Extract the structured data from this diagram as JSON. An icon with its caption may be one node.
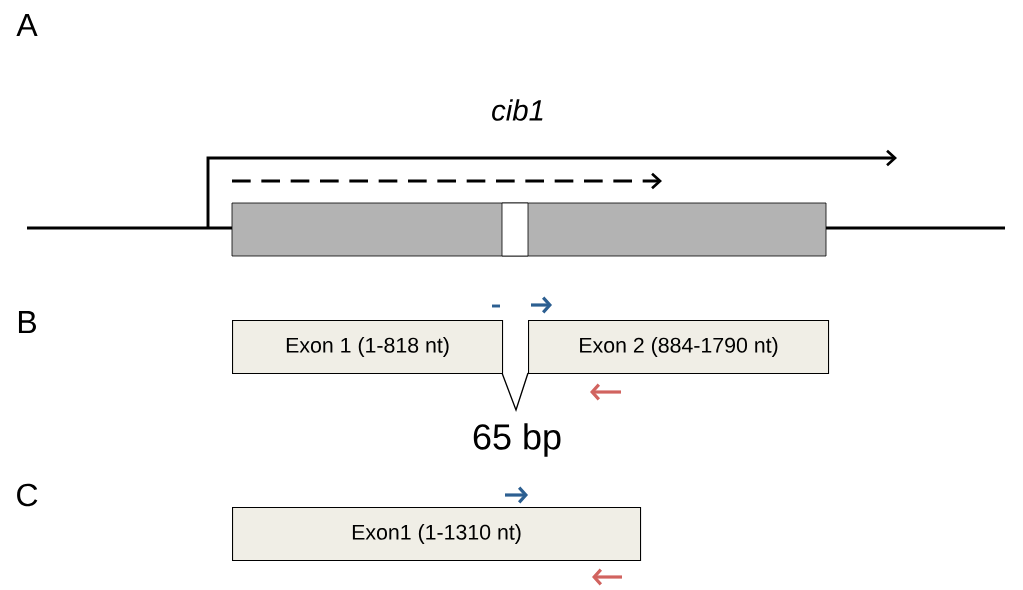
{
  "diagram": {
    "nodes": [
      {
        "text": [
          "Exon 1 (1-818 nt)"
        ]
      },
      {
        "text": [
          "Exon 2 (884-1790 nt)"
        ]
      },
      {
        "text": [
          "Exon1 (1-1310 nt)"
        ]
      }
    ],
    "labels": [
      "A",
      "cib1",
      "B",
      "65 bp",
      "C"
    ]
  }
}
